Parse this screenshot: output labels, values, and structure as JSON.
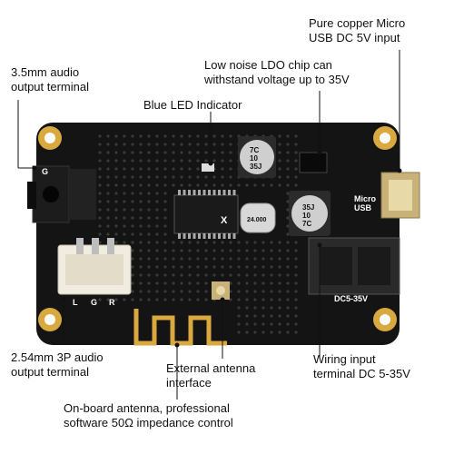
{
  "callouts": {
    "usb_input": "Pure copper Micro\nUSB DC 5V input",
    "ldo_chip": "Low noise LDO chip can\nwithstand voltage up to 35V",
    "audio_35": "3.5mm audio\noutput terminal",
    "blue_led": "Blue LED Indicator",
    "audio_254": "2.54mm 3P audio\noutput terminal",
    "ext_antenna": "External antenna\ninterface",
    "wiring_input": "Wiring input\nterminal DC 5-35V",
    "onboard_antenna": "On-board antenna, professional\nsoftware 50Ω impedance control"
  },
  "silkscreen": {
    "usb_label": "Micro\nUSB",
    "dc_label": "DC5-35V",
    "pin_l": "L",
    "pin_g": "G",
    "pin_r": "R",
    "side_g": "G",
    "cap1": "7C\n10\n35J",
    "cap2": "35J\n10\n7C",
    "crystal": "24.000",
    "ic_mark": "X"
  },
  "colors": {
    "board": "#141414",
    "pad_gold": "#d9a93f",
    "silk": "#ffffff"
  }
}
